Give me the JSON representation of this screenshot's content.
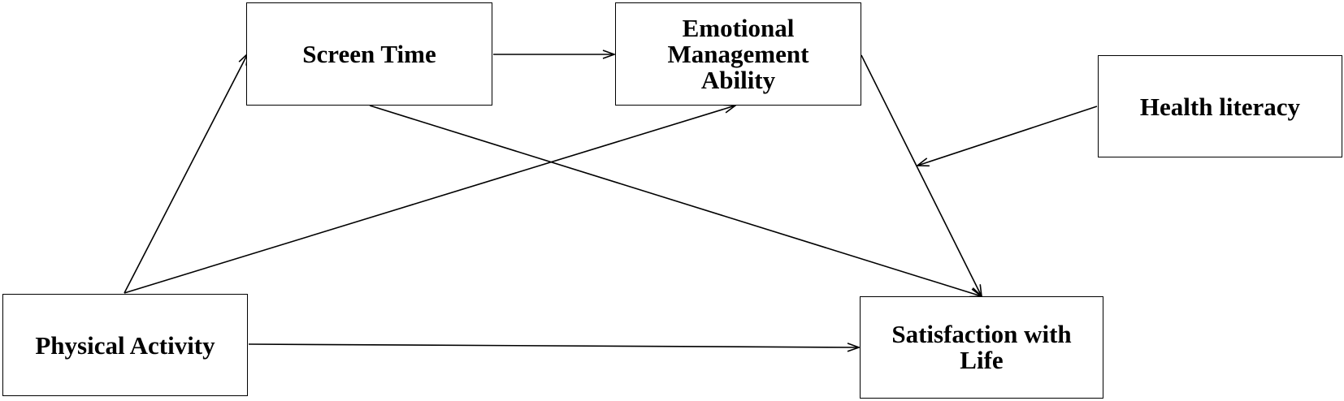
{
  "nodes": {
    "screen_time": "Screen Time",
    "emotional_management": "Emotional\nManagement\nAbility",
    "health_literacy": "Health literacy",
    "physical_activity": "Physical Activity",
    "satisfaction": "Satisfaction with\nLife"
  },
  "colors": {
    "stroke": "#000000",
    "background": "#ffffff"
  }
}
